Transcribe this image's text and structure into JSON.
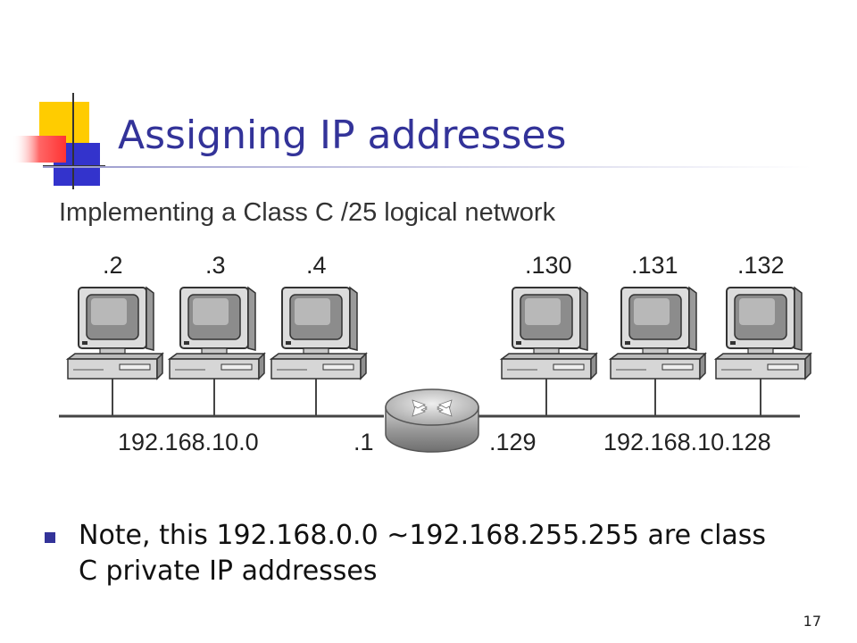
{
  "slide": {
    "title": "Assigning IP addresses",
    "page_number": "17",
    "accent_color": "#333399"
  },
  "diagram": {
    "caption": "Implementing a Class C /25 logical network",
    "computers": [
      {
        "label": ".2"
      },
      {
        "label": ".3"
      },
      {
        "label": ".4"
      },
      {
        "label": ".130"
      },
      {
        "label": ".131"
      },
      {
        "label": ".132"
      }
    ],
    "network_labels": {
      "left_network": "192.168.10.0",
      "router_left_interface": ".1",
      "router_right_interface": ".129",
      "right_network": "192.168.10.128"
    }
  },
  "note": {
    "text": "Note, this 192.168.0.0 ~192.168.255.255 are class C private IP addresses"
  }
}
